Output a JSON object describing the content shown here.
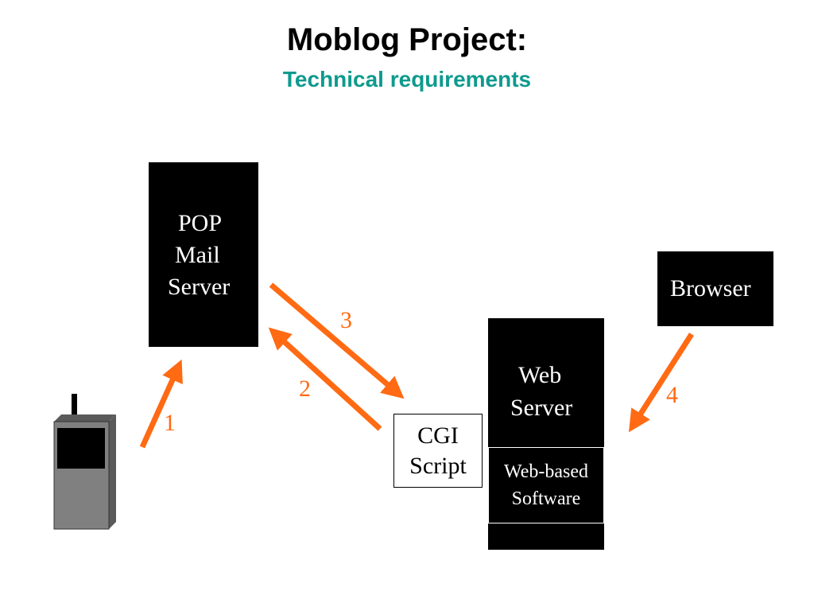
{
  "slide": {
    "title": "Moblog Project:",
    "subtitle": "Technical requirements"
  },
  "nodes": {
    "pop_server": {
      "lines": [
        "POP",
        "Mail",
        "Server"
      ]
    },
    "browser": {
      "label": "Browser"
    },
    "web_server": {
      "lines": [
        "Web",
        "Server"
      ]
    },
    "cgi_script": {
      "lines": [
        "CGI",
        "Script"
      ]
    },
    "web_software": {
      "lines": [
        "Web-based",
        "Software"
      ]
    },
    "phone": {
      "icon": "mobile-phone-icon"
    }
  },
  "steps": {
    "s1": "1",
    "s2": "2",
    "s3": "3",
    "s4": "4"
  },
  "colors": {
    "accent_title": "#0e9a8e",
    "arrow": "#ff6a13",
    "box_fill": "#000000",
    "phone_body": "#808080"
  }
}
